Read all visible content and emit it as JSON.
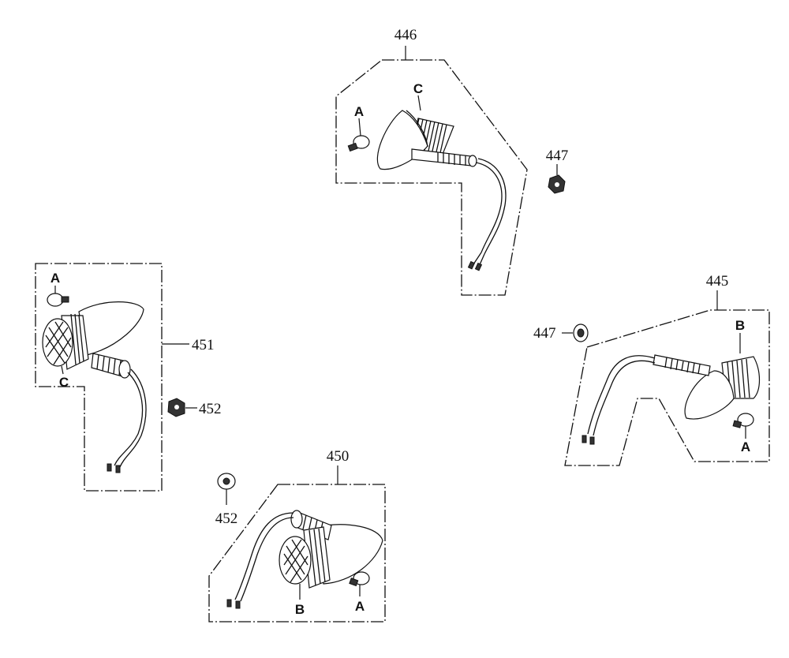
{
  "callouts": {
    "part_445": "445",
    "part_446": "446",
    "part_447_top": "447",
    "part_447_right": "447",
    "part_450": "450",
    "part_451": "451",
    "part_452_left": "452",
    "part_452_bottom": "452"
  },
  "letters": {
    "top_a": "A",
    "top_c": "C",
    "left_a": "A",
    "left_c": "C",
    "right_b": "B",
    "right_a": "A",
    "bottom_b": "B",
    "bottom_a": "A"
  }
}
